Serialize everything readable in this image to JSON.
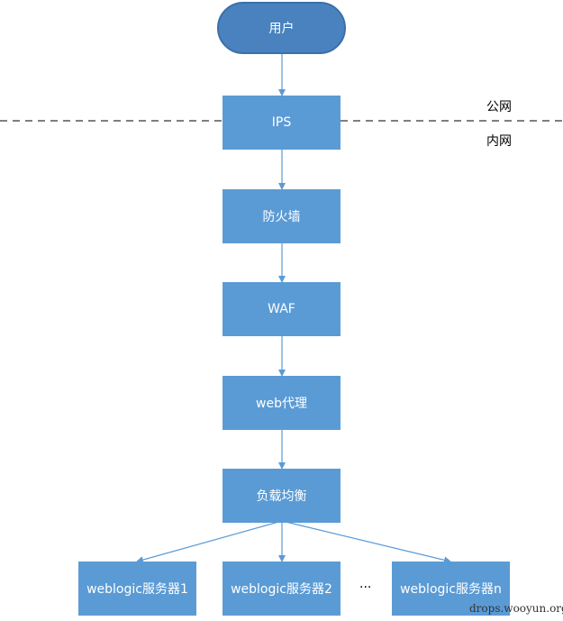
{
  "nodes": {
    "user": "用户",
    "ips": "IPS",
    "firewall": "防火墙",
    "waf": "WAF",
    "web_proxy": "web代理",
    "load_balancer": "负载均衡",
    "server1": "weblogic服务器1",
    "server2": "weblogic服务器2",
    "servern": "weblogic服务器n"
  },
  "zones": {
    "public": "公网",
    "internal": "内网"
  },
  "ellipsis": "...",
  "watermark": "drops.wooyun.org",
  "colors": {
    "node_fill": "#5b9bd5",
    "terminal_fill": "#4a82bf",
    "connector": "#5b9bd5",
    "boundary_line": "#555555"
  }
}
